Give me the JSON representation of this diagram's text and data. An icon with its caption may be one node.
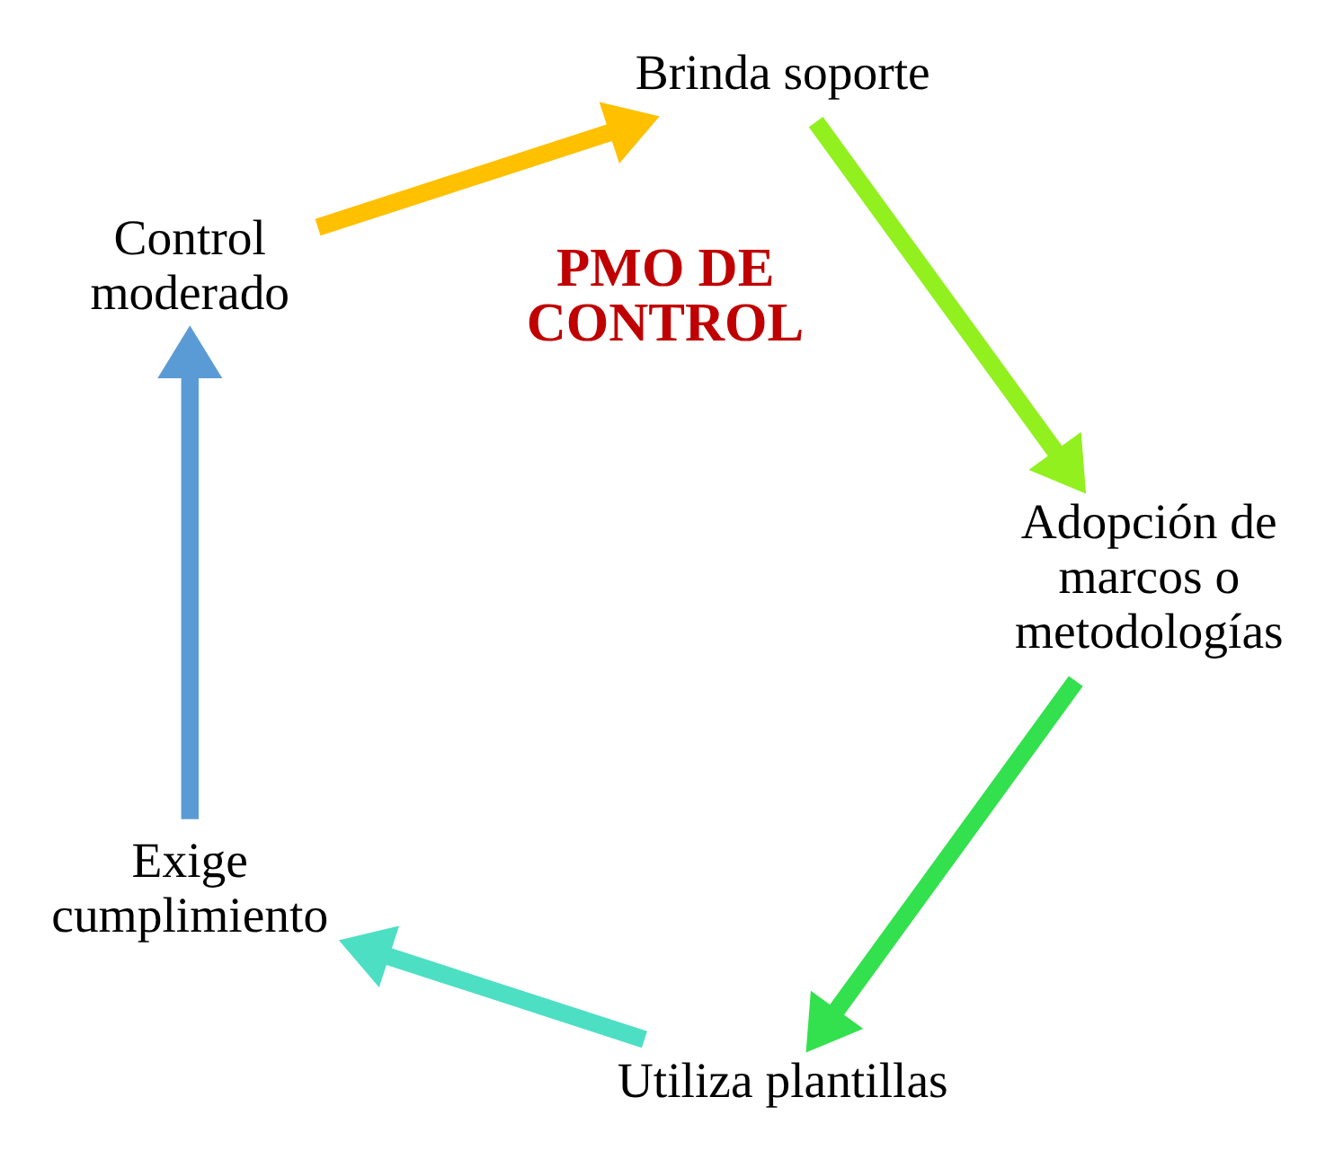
{
  "diagram": {
    "nodes": [
      {
        "text": [
          "Exige cumplimiento"
        ]
      },
      {
        "text": [
          "Control moderado"
        ]
      },
      {
        "text": [
          "Brinda soporte"
        ]
      },
      {
        "text": [
          "Adopción de marcos o metodologías"
        ]
      },
      {
        "text": [
          "Utiliza plantillas"
        ]
      }
    ],
    "edges": [
      {
        "from": 0,
        "to": 1,
        "arrow": "to",
        "color": "#5b9bd5"
      },
      {
        "from": 1,
        "to": 2,
        "arrow": "to",
        "color": "#ffc000"
      },
      {
        "from": 2,
        "to": 3,
        "arrow": "to",
        "color": "#92f01f"
      },
      {
        "from": 3,
        "to": 4,
        "arrow": "to",
        "color": "#33e04d"
      },
      {
        "from": 4,
        "to": 0,
        "arrow": "to",
        "color": "#4cdfc3"
      }
    ],
    "labels": [
      "PMO DE CONTROL"
    ]
  }
}
